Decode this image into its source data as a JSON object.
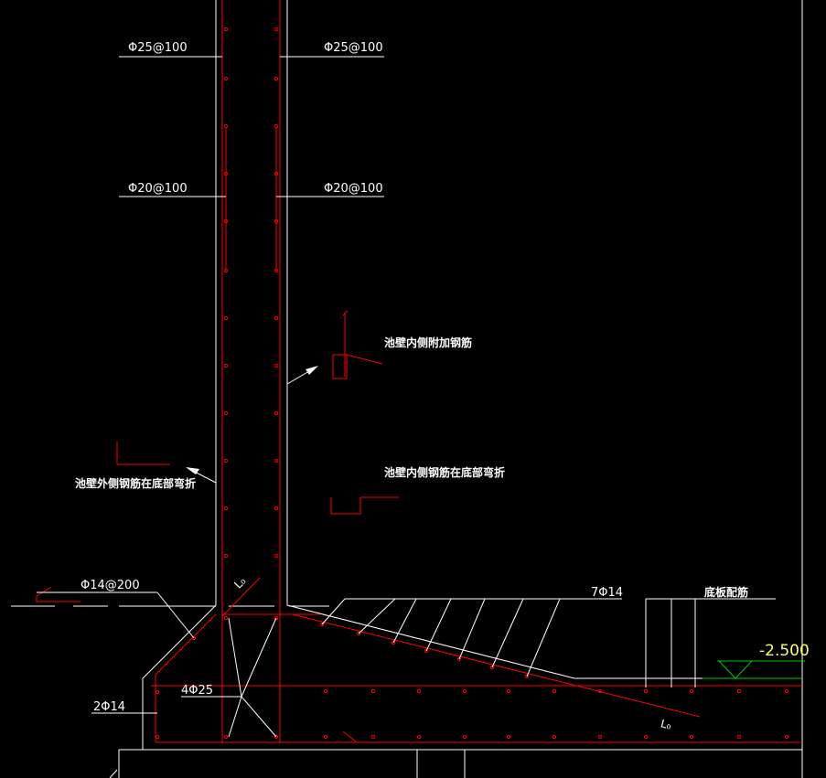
{
  "drawing": {
    "labels": {
      "wall_outer_vertical": "Φ25@100",
      "wall_inner_vertical": "Φ25@100",
      "wall_outer_horizontal": "Φ20@100",
      "wall_inner_horizontal": "Φ20@100",
      "inner_additional": "池壁内侧附加钢筋",
      "inner_bend": "池壁内侧钢筋在底部弯折",
      "outer_bend": "池壁外侧钢筋在底部弯折",
      "haunch_bar": "Φ14@200",
      "slope_bars": "7Φ14",
      "slab_bars": "底板配筋",
      "elevation": "-2.500",
      "corner_bars": "4Φ25",
      "edge_bars": "2Φ14",
      "lap_upper": "L₀",
      "lap_lower": "L₀"
    },
    "colors": {
      "background": "#000000",
      "structure": "#ffffff",
      "rebar": "#ff0000",
      "elevation_mark": "#00cc00",
      "elevation_text": "#ffff66"
    }
  }
}
